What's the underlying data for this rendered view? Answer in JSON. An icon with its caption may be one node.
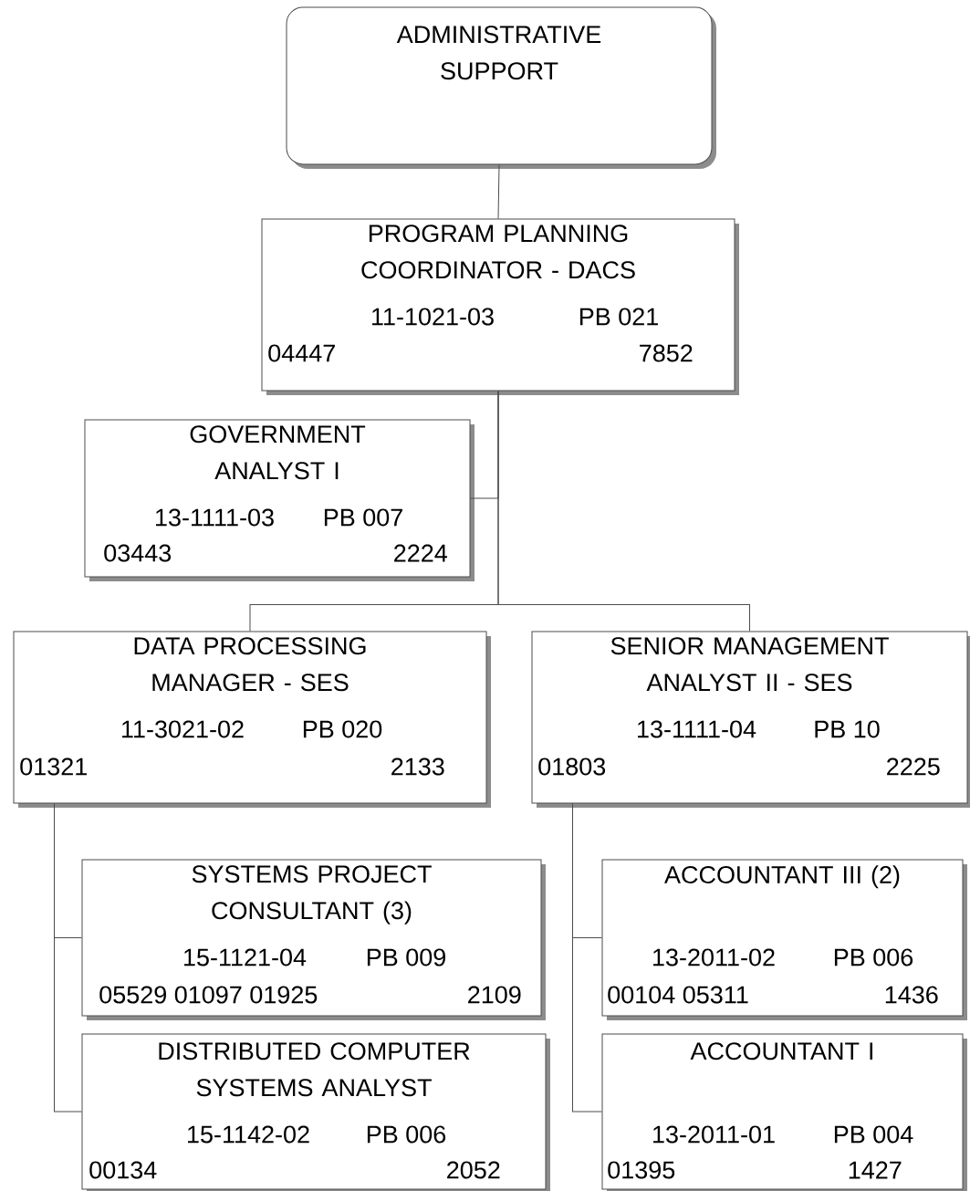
{
  "diagram": {
    "nodes": [
      {
        "text": [
          "ADMINISTRATIVE SUPPORT"
        ]
      },
      {
        "text": [
          "PROGRAM PLANNING COORDINATOR - DACS",
          "11-1021-03",
          "PB 021",
          "04447",
          "7852"
        ]
      },
      {
        "text": [
          "GOVERNMENT ANALYST I",
          "13-1111-03",
          "PB 007",
          "03443",
          "2224"
        ]
      },
      {
        "text": [
          "DATA PROCESSING MANAGER - SES",
          "11-3021-02",
          "PB 020",
          "01321",
          "2133"
        ]
      },
      {
        "text": [
          "SENIOR MANAGEMENT ANALYST II - SES",
          "13-1111-04",
          "PB 10",
          "01803",
          "2225"
        ]
      },
      {
        "text": [
          "SYSTEMS PROJECT CONSULTANT (3)",
          "15-1121-04",
          "PB 009",
          "05529 01097 01925",
          "2109"
        ]
      },
      {
        "text": [
          "ACCOUNTANT III (2)",
          "13-2011-02",
          "PB 006",
          "00104 05311",
          "1436"
        ]
      },
      {
        "text": [
          "DISTRIBUTED COMPUTER SYSTEMS ANALYST",
          "15-1142-02",
          "PB 006",
          "00134",
          "2052"
        ]
      },
      {
        "text": [
          "ACCOUNTANT I",
          "13-2011-01",
          "PB 004",
          "01395",
          "1427"
        ]
      }
    ],
    "edges": [
      {
        "from": 0,
        "to": 1,
        "arrow": "none"
      },
      {
        "from": 1,
        "to": 2,
        "arrow": "none"
      },
      {
        "from": 1,
        "to": 3,
        "arrow": "none"
      },
      {
        "from": 1,
        "to": 4,
        "arrow": "none"
      },
      {
        "from": 3,
        "to": 5,
        "arrow": "none"
      },
      {
        "from": 3,
        "to": 7,
        "arrow": "none"
      },
      {
        "from": 4,
        "to": 6,
        "arrow": "none"
      },
      {
        "from": 4,
        "to": 8,
        "arrow": "none"
      }
    ]
  }
}
